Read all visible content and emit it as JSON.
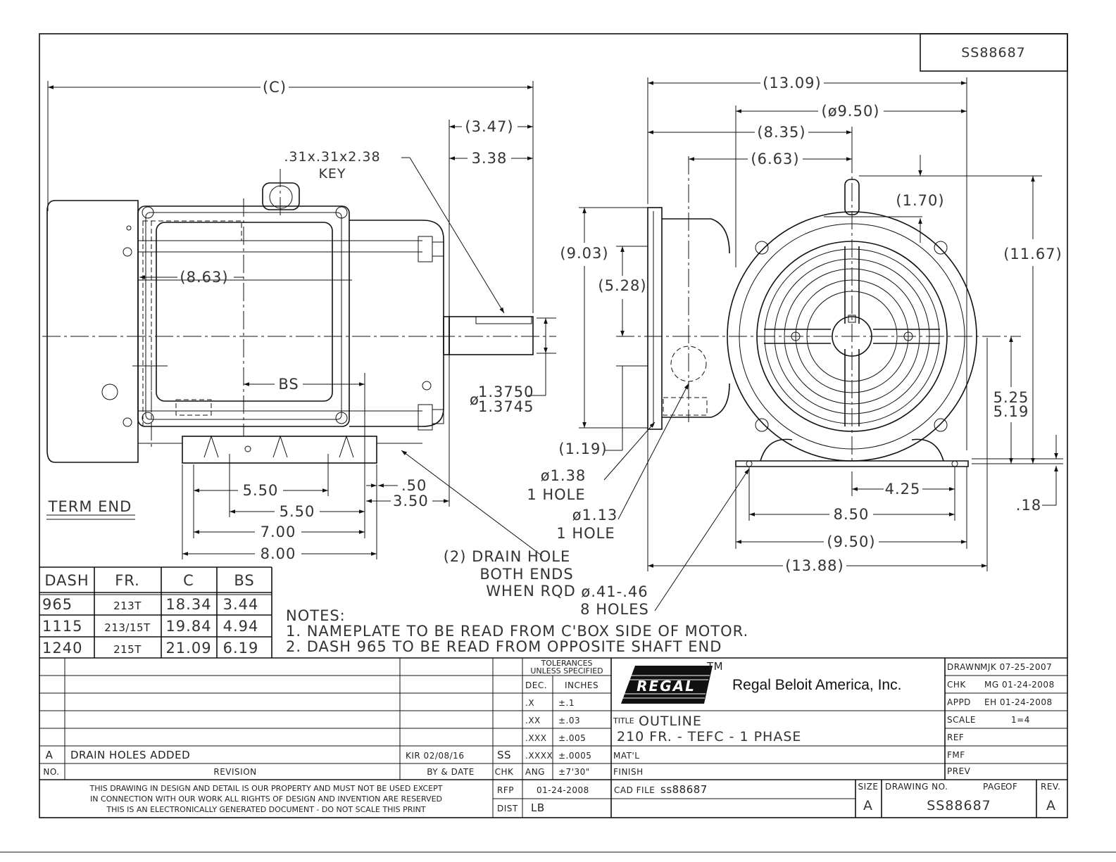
{
  "drawing_id_top": "SS88687",
  "dims": {
    "c": "(C)",
    "d347": "(3.47)",
    "d338": "3.38",
    "key_1": ".31x.31x2.38",
    "key_2": "KEY",
    "d863": "(8.63)",
    "bs": "BS",
    "shaft_1": "1.3750",
    "shaft_2": "1.3745",
    "dia": "ø",
    "d550a": "5.50",
    "d550b": "5.50",
    "d700": "7.00",
    "d800": "8.00",
    "d050": ".50",
    "d350": "3.50",
    "d1309": "(13.09)",
    "d950a": "(ø9.50)",
    "d835": "(8.35)",
    "d663": "(6.63)",
    "d170": "(1.70)",
    "d903": "(9.03)",
    "d528": "(5.28)",
    "d1167": "(11.67)",
    "d525": "5.25",
    "d519": "5.19",
    "d119": "(1.19)",
    "d425": "4.25",
    "d850": "8.50",
    "d950b": "(9.50)",
    "d1388": "(13.88)",
    "d018": ".18",
    "h138_1": "ø1.38",
    "h138_2": "1 HOLE",
    "h113_1": "ø1.13",
    "h113_2": "1 HOLE",
    "drain_1": "(2) DRAIN HOLE",
    "drain_2": "BOTH ENDS",
    "drain_3": "WHEN RQD",
    "holes_1": "ø.41-.46",
    "holes_2": "8 HOLES",
    "term_end": "TERM END"
  },
  "dash_table": {
    "headers": [
      "DASH",
      "FR.",
      "C",
      "BS"
    ],
    "rows": [
      [
        "965",
        "213T",
        "18.34",
        "3.44"
      ],
      [
        "1115",
        "213/15T",
        "19.84",
        "4.94"
      ],
      [
        "1240",
        "215T",
        "21.09",
        "6.19"
      ]
    ]
  },
  "notes": {
    "title": "NOTES:",
    "n1": "1. NAMEPLATE TO BE READ FROM C'BOX SIDE OF MOTOR.",
    "n2": "2. DASH 965 TO BE READ FROM OPPOSITE SHAFT END"
  },
  "revision": {
    "rev_letter": "A",
    "description": "DRAIN HOLES ADDED",
    "by_date": "KIR  02/08/16",
    "col_no": "NO.",
    "col_revision": "REVISION",
    "col_by_date": "BY & DATE"
  },
  "tolerances": {
    "title_1": "TOLERANCES",
    "title_2": "UNLESS SPECIFIED",
    "rows": [
      [
        "DEC.",
        "INCHES"
      ],
      [
        ".X",
        "±.1"
      ],
      [
        ".XX",
        "±.03"
      ],
      [
        ".XXX",
        "±.005"
      ],
      [
        ".XXXX",
        "±.0005"
      ],
      [
        "ANG",
        "±7'30\""
      ]
    ],
    "ss": "SS",
    "chk": "CHK"
  },
  "company": {
    "logo": "REGAL",
    "tm": "TM",
    "name": "Regal Beloit America, Inc."
  },
  "title_block": {
    "title_label": "TITLE",
    "title_1": "OUTLINE",
    "title_2": "210 FR. - TEFC - 1 PHASE",
    "matl_label": "MAT'L",
    "finish_label": "FINISH",
    "drawn_label": "DRAWN",
    "drawn_val": "MJK  07-25-2007",
    "chk_label": "CHK",
    "chk_val": "MG  01-24-2008",
    "appd_label": "APPD",
    "appd_val": "EH  01-24-2008",
    "scale_label": "SCALE",
    "scale_val": "1=4",
    "ref_label": "REF",
    "fmf_label": "FMF",
    "prev_label": "PREV",
    "rfp_label": "RFP",
    "rfp_val": "01-24-2008",
    "dist_label": "DIST",
    "dist_val": "LB",
    "cad_label": "CAD FILE",
    "cad_val": "ss88687",
    "size_label": "SIZE",
    "size_val": "A",
    "drawing_no_label": "DRAWING NO.",
    "page_label": "PAGE",
    "of_label": "OF",
    "drawing_no": "SS88687",
    "rev_label": "REV.",
    "rev_val": "A"
  },
  "disclaimer": {
    "l1": "THIS DRAWING IN DESIGN AND DETAIL IS OUR PROPERTY AND MUST NOT BE USED EXCEPT",
    "l2": "IN CONNECTION WITH OUR WORK ALL RIGHTS OF DESIGN AND INVENTION ARE RESERVED",
    "l3": "THIS IS AN ELECTRONICALLY GENERATED DOCUMENT - DO NOT SCALE THIS PRINT"
  }
}
